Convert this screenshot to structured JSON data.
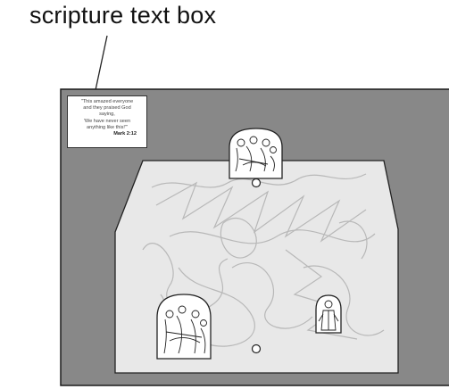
{
  "callout": {
    "label": "scripture text box"
  },
  "scripture": {
    "lines": [
      "\"This amazed everyone",
      "and they praised God",
      "saying,",
      "'We have never seen",
      "anything like this!'\""
    ],
    "reference": "Mark 2:12"
  },
  "colors": {
    "board": "#888888",
    "floor": "#e8e8e8",
    "scribble": "#b8b8b8",
    "outline": "#222222"
  },
  "icons": {
    "top_figure": "figures-group-icon",
    "bottom_left_figure": "figures-group-icon",
    "right_figure": "standing-figure-icon"
  }
}
